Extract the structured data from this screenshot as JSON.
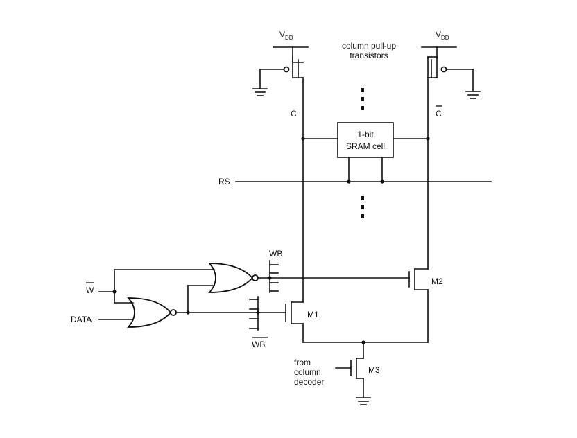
{
  "labels": {
    "vdd_main": "V",
    "vdd_sub": "DD",
    "pullup_line1": "column pull-up",
    "pullup_line2": "transistors",
    "c": "C",
    "c_bar": "C",
    "cell_line1": "1-bit",
    "cell_line2": "SRAM cell",
    "rs": "RS",
    "wb": "WB",
    "wb_bar": "WB",
    "w_bar": "W",
    "data": "DATA",
    "m1": "M1",
    "m2": "M2",
    "m3": "M3",
    "decoder_line1": "from",
    "decoder_line2": "column",
    "decoder_line3": "decoder"
  }
}
